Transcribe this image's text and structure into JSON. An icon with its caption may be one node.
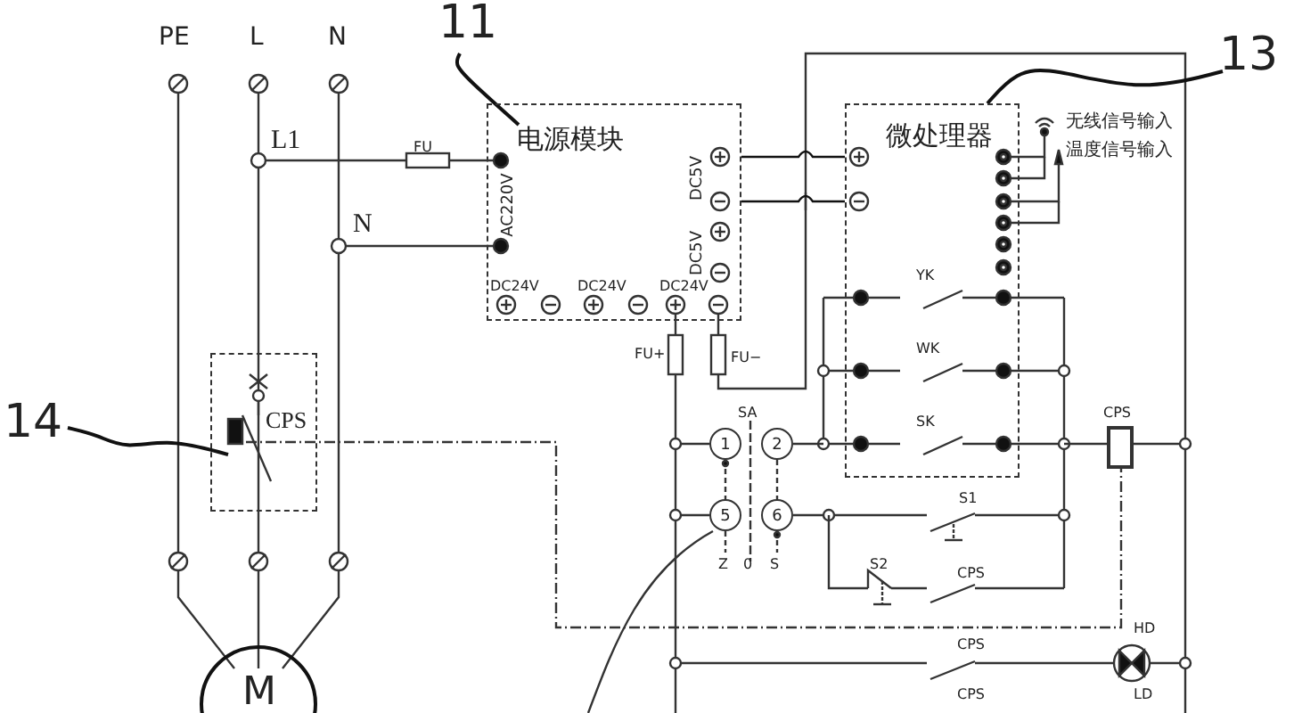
{
  "diagram": {
    "nodes": [
      {
        "text": [
          "11"
        ]
      },
      {
        "text": [
          "电源模块"
        ]
      },
      {
        "text": [
          "13"
        ]
      },
      {
        "text": [
          "微处理器"
        ]
      },
      {
        "text": [
          "14"
        ]
      },
      {
        "text": [
          "CPS"
        ]
      },
      {
        "text": [
          "M"
        ]
      }
    ],
    "edges": [
      {
        "from": 0,
        "to": 1,
        "arrow": "none"
      },
      {
        "from": 2,
        "to": 3,
        "arrow": "none"
      },
      {
        "from": 4,
        "to": 5,
        "arrow": "none"
      },
      {
        "from": 1,
        "to": 3,
        "arrow": "none"
      },
      {
        "from": 1,
        "to": 3,
        "arrow": "none"
      }
    ],
    "labels": [
      "PE",
      "L",
      "N",
      "L1",
      "FU",
      "N",
      "AC220V",
      "DC5V",
      "DC5V",
      "DC24V",
      "DC24V",
      "DC24V",
      "无线信号输入",
      "温度信号输入",
      "YK",
      "WK",
      "SK",
      "FU+",
      "FU−",
      "SA",
      "1",
      "2",
      "5",
      "6",
      "Z",
      "0",
      "S",
      "S1",
      "S2",
      "CPS",
      "CPS",
      "CPS",
      "HD",
      "CPS",
      "LD"
    ]
  }
}
